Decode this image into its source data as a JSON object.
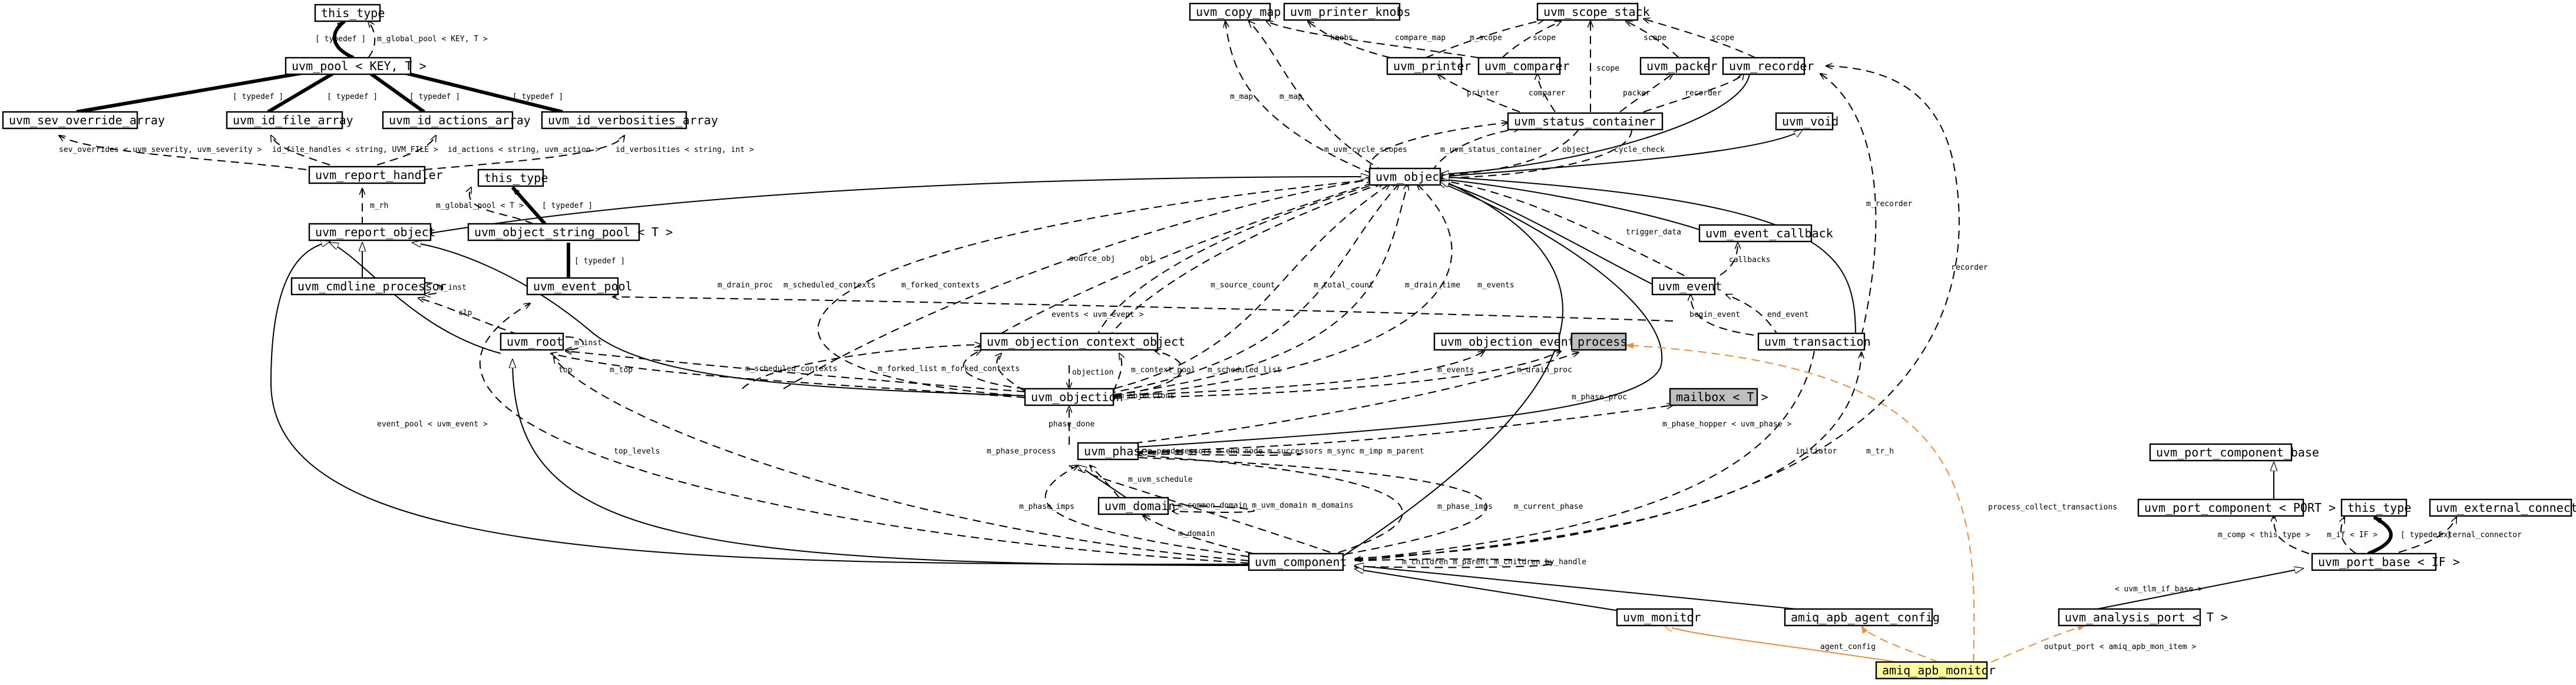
{
  "diagram": {
    "nodes": [
      {
        "id": "pool_tt",
        "label": "this_type",
        "style": "white"
      },
      {
        "id": "pool",
        "label": "uvm_pool < KEY, T >",
        "style": "white"
      },
      {
        "id": "sev",
        "label": "uvm_sev_override_array",
        "style": "white"
      },
      {
        "id": "idfile",
        "label": "uvm_id_file_array",
        "style": "white"
      },
      {
        "id": "idact",
        "label": "uvm_id_actions_array",
        "style": "white"
      },
      {
        "id": "idverb",
        "label": "uvm_id_verbosities_array",
        "style": "white"
      },
      {
        "id": "rhandler",
        "label": "uvm_report_handler",
        "style": "white"
      },
      {
        "id": "str_tt",
        "label": "this_type",
        "style": "white"
      },
      {
        "id": "strpool",
        "label": "uvm_object_string_pool < T >",
        "style": "white"
      },
      {
        "id": "robj",
        "label": "uvm_report_object",
        "style": "white"
      },
      {
        "id": "cmdline",
        "label": "uvm_cmdline_processor",
        "style": "white"
      },
      {
        "id": "evpool",
        "label": "uvm_event_pool",
        "style": "white"
      },
      {
        "id": "root",
        "label": "uvm_root",
        "style": "white"
      },
      {
        "id": "ooco",
        "label": "uvm_objection_context_object",
        "style": "white"
      },
      {
        "id": "objection",
        "label": "uvm_objection",
        "style": "white"
      },
      {
        "id": "oevents",
        "label": "uvm_objection_events",
        "style": "white"
      },
      {
        "id": "process",
        "label": "process",
        "style": "grey"
      },
      {
        "id": "mailbox",
        "label": "mailbox < T >",
        "style": "grey"
      },
      {
        "id": "phase",
        "label": "uvm_phase",
        "style": "white"
      },
      {
        "id": "domain",
        "label": "uvm_domain",
        "style": "white"
      },
      {
        "id": "component",
        "label": "uvm_component",
        "style": "white"
      },
      {
        "id": "monitor",
        "label": "uvm_monitor",
        "style": "white"
      },
      {
        "id": "agentcfg",
        "label": "amiq_apb_agent_config",
        "style": "white"
      },
      {
        "id": "apbmon",
        "label": "amiq_apb_monitor",
        "style": "yellow"
      },
      {
        "id": "copymap",
        "label": "uvm_copy_map",
        "style": "white"
      },
      {
        "id": "prknobs",
        "label": "uvm_printer_knobs",
        "style": "white"
      },
      {
        "id": "scope",
        "label": "uvm_scope_stack",
        "style": "white"
      },
      {
        "id": "printer",
        "label": "uvm_printer",
        "style": "white"
      },
      {
        "id": "comparer",
        "label": "uvm_comparer",
        "style": "white"
      },
      {
        "id": "packer",
        "label": "uvm_packer",
        "style": "white"
      },
      {
        "id": "recorder",
        "label": "uvm_recorder",
        "style": "white"
      },
      {
        "id": "status",
        "label": "uvm_status_container",
        "style": "white"
      },
      {
        "id": "void",
        "label": "uvm_void",
        "style": "white"
      },
      {
        "id": "object",
        "label": "uvm_object",
        "style": "white"
      },
      {
        "id": "evcb",
        "label": "uvm_event_callback",
        "style": "white"
      },
      {
        "id": "event",
        "label": "uvm_event",
        "style": "white"
      },
      {
        "id": "trans",
        "label": "uvm_transaction",
        "style": "white"
      },
      {
        "id": "pcb",
        "label": "uvm_port_component_base",
        "style": "white"
      },
      {
        "id": "pcport",
        "label": "uvm_port_component < PORT >",
        "style": "white"
      },
      {
        "id": "port_tt",
        "label": "this_type",
        "style": "white"
      },
      {
        "id": "extconn",
        "label": "uvm_external_connector",
        "style": "white"
      },
      {
        "id": "portbase",
        "label": "uvm_port_base < IF >",
        "style": "white"
      },
      {
        "id": "aport",
        "label": "uvm_analysis_port < T >",
        "style": "white"
      }
    ],
    "edge_labels": [
      {
        "id": "l_pool_typedef",
        "text": "[ typedef ]"
      },
      {
        "id": "l_mgpool",
        "text": "m_global_pool < KEY, T >"
      },
      {
        "id": "l_sev_td",
        "text": "[ typedef ]"
      },
      {
        "id": "l_idfile_td",
        "text": "[ typedef ]"
      },
      {
        "id": "l_idact_td",
        "text": "[ typedef ]"
      },
      {
        "id": "l_idverb_td",
        "text": "[ typedef ]"
      },
      {
        "id": "l_sevov",
        "text": "sev_overrides < uvm_severity, uvm_severity >"
      },
      {
        "id": "l_idfh",
        "text": "id_file_handles < string, UVM_FILE >"
      },
      {
        "id": "l_idact",
        "text": "id_actions < string, uvm_action >"
      },
      {
        "id": "l_idverb",
        "text": "id_verbosities < string, int >"
      },
      {
        "id": "l_mrh",
        "text": "m_rh"
      },
      {
        "id": "l_mgpool2",
        "text": "m_global_pool < T >"
      },
      {
        "id": "l_str_td",
        "text": "[ typedef ]"
      },
      {
        "id": "l_str_td2",
        "text": "[ typedef ]"
      },
      {
        "id": "l_minst",
        "text": "m_inst"
      },
      {
        "id": "l_minst2",
        "text": "m_inst"
      },
      {
        "id": "l_clp",
        "text": "clp"
      },
      {
        "id": "l_events_ev",
        "text": "events < uvm_event >"
      },
      {
        "id": "l_drain",
        "text": "m_drain_proc"
      },
      {
        "id": "l_sched",
        "text": "m_scheduled_contexts"
      },
      {
        "id": "l_forked",
        "text": "m_forked_contexts"
      },
      {
        "id": "l_srcobj",
        "text": "source_obj"
      },
      {
        "id": "l_obj",
        "text": "obj"
      },
      {
        "id": "l_srccnt",
        "text": "m_source_count"
      },
      {
        "id": "l_totcnt",
        "text": "m_total_count"
      },
      {
        "id": "l_dtime",
        "text": "m_drain_time"
      },
      {
        "id": "l_mevents",
        "text": "m_events"
      },
      {
        "id": "l_top",
        "text": "top"
      },
      {
        "id": "l_mtop",
        "text": "m_top"
      },
      {
        "id": "l_sched2",
        "text": "m_scheduled_contexts"
      },
      {
        "id": "l_fl",
        "text": "m_forked_list"
      },
      {
        "id": "l_fc",
        "text": "m_forked_contexts"
      },
      {
        "id": "l_ctxpool",
        "text": "m_context_pool"
      },
      {
        "id": "l_sl",
        "text": "m_scheduled_list"
      },
      {
        "id": "l_objection",
        "text": "objection"
      },
      {
        "id": "l_events2",
        "text": "m_events"
      },
      {
        "id": "l_dproc2",
        "text": "m_drain_proc"
      },
      {
        "id": "l_mphaseproc",
        "text": "m_phase_proc"
      },
      {
        "id": "l_phasedone",
        "text": "phase_done"
      },
      {
        "id": "l_mobjections",
        "text": "m_objections"
      },
      {
        "id": "l_phdesc",
        "text": "m_predecessors  m_end_node  m_successors  m_sync  m_imp  m_parent"
      },
      {
        "id": "l_phproc",
        "text": "m_phase_process"
      },
      {
        "id": "l_evpool",
        "text": "event_pool < uvm_event >"
      },
      {
        "id": "l_toplevels",
        "text": "top_levels"
      },
      {
        "id": "l_sched3",
        "text": "m_uvm_schedule"
      },
      {
        "id": "l_dom",
        "text": "m_common_domain  m_uvm_domain  m_domains"
      },
      {
        "id": "l_mdomain",
        "text": "m_domain"
      },
      {
        "id": "l_phimps",
        "text": "m_phase_imps"
      },
      {
        "id": "l_phimps2",
        "text": "m_phase_imps"
      },
      {
        "id": "l_curph",
        "text": "m_current_phase"
      },
      {
        "id": "l_hopper",
        "text": "m_phase_hopper < uvm_phase >"
      },
      {
        "id": "l_initiator",
        "text": "initiator"
      },
      {
        "id": "l_mtrh",
        "text": "m_tr_h"
      },
      {
        "id": "l_recorder",
        "text": "recorder"
      },
      {
        "id": "l_compchildren",
        "text": "m_children  m_parent  m_children_by_handle"
      },
      {
        "id": "l_agentcfg",
        "text": "agent_config"
      },
      {
        "id": "l_pct",
        "text": "process_collect_transactions"
      },
      {
        "id": "l_outport",
        "text": "output_port < amiq_apb_mon_item >"
      },
      {
        "id": "l_tlmif",
        "text": "< uvm_tlm_if_base >"
      },
      {
        "id": "l_mcomp",
        "text": "m_comp < this_type >"
      },
      {
        "id": "l_mif",
        "text": "m_if < IF >"
      },
      {
        "id": "l_port_td",
        "text": "[ typedef ]"
      },
      {
        "id": "l_extconn",
        "text": "external_connector"
      },
      {
        "id": "l_mmap",
        "text": "m_map"
      },
      {
        "id": "l_mmap2",
        "text": "m_map"
      },
      {
        "id": "l_knobs",
        "text": "knobs"
      },
      {
        "id": "l_cmap",
        "text": "compare_map"
      },
      {
        "id": "l_mscope",
        "text": "m_scope"
      },
      {
        "id": "l_scope1",
        "text": "scope"
      },
      {
        "id": "l_scope2",
        "text": "scope"
      },
      {
        "id": "l_scope3",
        "text": "scope"
      },
      {
        "id": "l_scope4",
        "text": "scope"
      },
      {
        "id": "l_printer",
        "text": "printer"
      },
      {
        "id": "l_comparer",
        "text": "comparer"
      },
      {
        "id": "l_packer",
        "text": "packer"
      },
      {
        "id": "l_recorder2",
        "text": "recorder"
      },
      {
        "id": "l_cyscopes",
        "text": "m_uvm_cycle_scopes"
      },
      {
        "id": "l_mstatus",
        "text": "m_uvm_status_container"
      },
      {
        "id": "l_object",
        "text": "object"
      },
      {
        "id": "l_cycle",
        "text": "cycle_check"
      },
      {
        "id": "l_trigger",
        "text": "trigger_data"
      },
      {
        "id": "l_callbacks",
        "text": "callbacks"
      },
      {
        "id": "l_begin",
        "text": "begin_event"
      },
      {
        "id": "l_end",
        "text": "end_event"
      },
      {
        "id": "l_recorder3",
        "text": "m_recorder"
      }
    ]
  }
}
